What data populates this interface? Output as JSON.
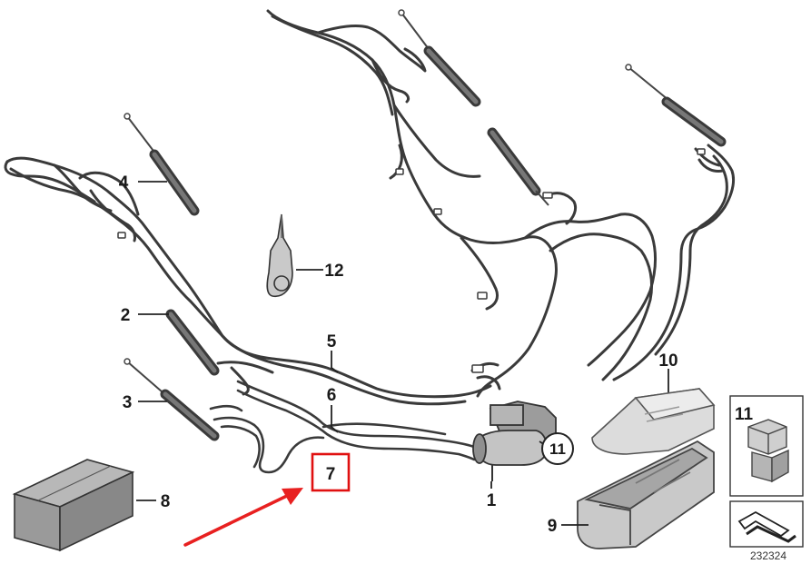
{
  "callouts": {
    "c1": "1",
    "c2": "2",
    "c3": "3",
    "c4": "4",
    "c5": "5",
    "c6": "6",
    "c7": "7",
    "c8": "8",
    "c9": "9",
    "c10": "10",
    "c11": "11",
    "c11b": "11",
    "c12": "12"
  },
  "ref_number": "232324",
  "colors": {
    "highlight": "#e01010",
    "arrow": "#e82020",
    "line": "#2a2a2a",
    "part_fill": "#bdbdbd",
    "box_fill": "#9a9a9a"
  }
}
